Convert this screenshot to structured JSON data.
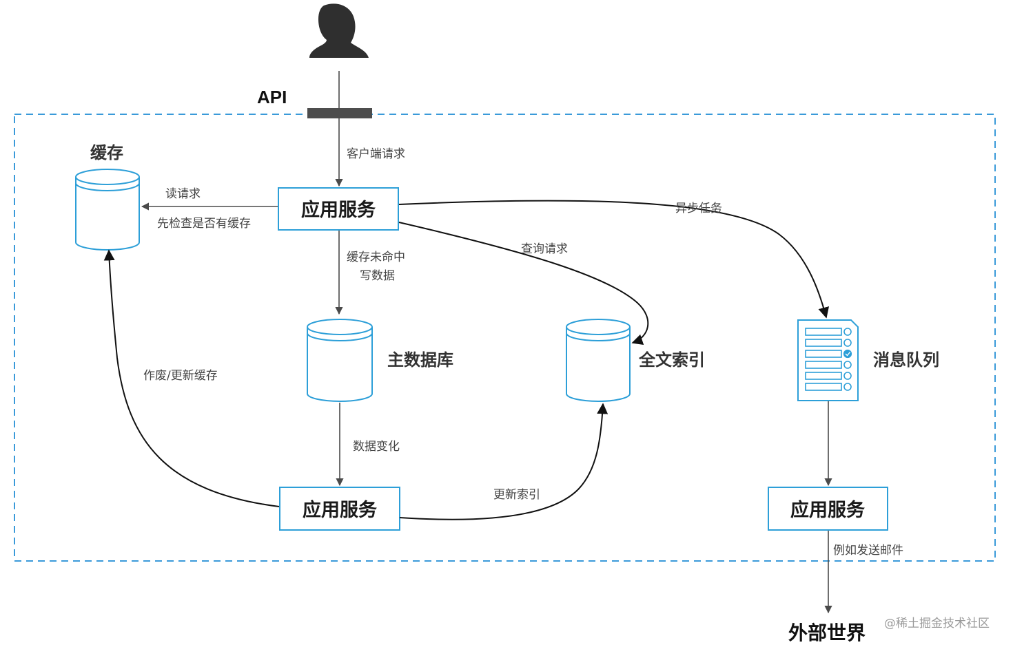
{
  "api": {
    "label": "API"
  },
  "system_boundary": {
    "color": "#3a9ad9"
  },
  "nodes": {
    "app_top": {
      "label": "应用服务"
    },
    "app_bottom_left": {
      "label": "应用服务"
    },
    "app_bottom_right": {
      "label": "应用服务"
    },
    "cache": {
      "label": "缓存"
    },
    "main_db": {
      "label": "主数据库"
    },
    "fulltext_index": {
      "label": "全文索引"
    },
    "message_queue": {
      "label": "消息队列"
    },
    "external_world": {
      "label": "外部世界"
    }
  },
  "edges": {
    "client_request": {
      "label": "客户端请求"
    },
    "read_request": {
      "line1": "读请求",
      "line2": "先检查是否有缓存"
    },
    "cache_miss_write": {
      "line1": "缓存未命中",
      "line2": "写数据"
    },
    "query_request": {
      "label": "查询请求"
    },
    "async_task": {
      "label": "异步任务"
    },
    "data_change": {
      "label": "数据变化"
    },
    "invalidate_cache": {
      "label": "作废/更新缓存"
    },
    "update_index": {
      "label": "更新索引"
    },
    "send_email": {
      "label": "例如发送邮件"
    }
  },
  "watermark": {
    "label": "@稀土掘金技术社区"
  },
  "colors": {
    "accent": "#2d9fd8",
    "arrow": "#4a4a4a",
    "person": "#2f2f2f"
  }
}
